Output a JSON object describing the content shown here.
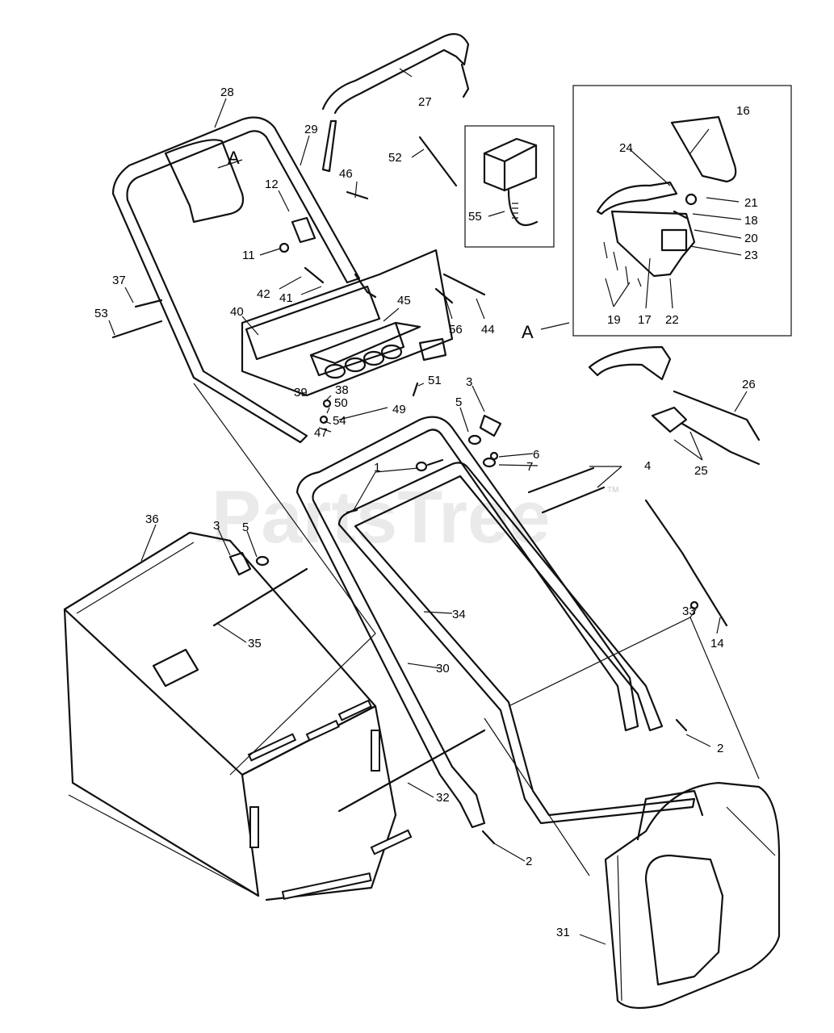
{
  "watermark": {
    "text": "PartsTree",
    "trademark": "TM"
  },
  "callouts": [
    {
      "id": "c1",
      "text": "1"
    },
    {
      "id": "c2a",
      "text": "2"
    },
    {
      "id": "c2b",
      "text": "2"
    },
    {
      "id": "c3a",
      "text": "3"
    },
    {
      "id": "c3b",
      "text": "3"
    },
    {
      "id": "c4",
      "text": "4"
    },
    {
      "id": "c5a",
      "text": "5"
    },
    {
      "id": "c5b",
      "text": "5"
    },
    {
      "id": "c6",
      "text": "6"
    },
    {
      "id": "c7",
      "text": "7"
    },
    {
      "id": "c11",
      "text": "11"
    },
    {
      "id": "c12",
      "text": "12"
    },
    {
      "id": "c14",
      "text": "14"
    },
    {
      "id": "c16",
      "text": "16"
    },
    {
      "id": "c17",
      "text": "17"
    },
    {
      "id": "c18",
      "text": "18"
    },
    {
      "id": "c19",
      "text": "19"
    },
    {
      "id": "c20",
      "text": "20"
    },
    {
      "id": "c21",
      "text": "21"
    },
    {
      "id": "c22",
      "text": "22"
    },
    {
      "id": "c23",
      "text": "23"
    },
    {
      "id": "c24",
      "text": "24"
    },
    {
      "id": "c25",
      "text": "25"
    },
    {
      "id": "c26",
      "text": "26"
    },
    {
      "id": "c27",
      "text": "27"
    },
    {
      "id": "c28",
      "text": "28"
    },
    {
      "id": "c29",
      "text": "29"
    },
    {
      "id": "c30",
      "text": "30"
    },
    {
      "id": "c31",
      "text": "31"
    },
    {
      "id": "c32",
      "text": "32"
    },
    {
      "id": "c33",
      "text": "33"
    },
    {
      "id": "c34",
      "text": "34"
    },
    {
      "id": "c35",
      "text": "35"
    },
    {
      "id": "c36",
      "text": "36"
    },
    {
      "id": "c37",
      "text": "37"
    },
    {
      "id": "c38",
      "text": "38"
    },
    {
      "id": "c39",
      "text": "39"
    },
    {
      "id": "c40",
      "text": "40"
    },
    {
      "id": "c41",
      "text": "41"
    },
    {
      "id": "c42",
      "text": "42"
    },
    {
      "id": "c44",
      "text": "44"
    },
    {
      "id": "c45",
      "text": "45"
    },
    {
      "id": "c46",
      "text": "46"
    },
    {
      "id": "c47",
      "text": "47"
    },
    {
      "id": "c49",
      "text": "49"
    },
    {
      "id": "c50",
      "text": "50"
    },
    {
      "id": "c51",
      "text": "51"
    },
    {
      "id": "c52",
      "text": "52"
    },
    {
      "id": "c53",
      "text": "53"
    },
    {
      "id": "c54",
      "text": "54"
    },
    {
      "id": "c55",
      "text": "55"
    },
    {
      "id": "c56",
      "text": "56"
    }
  ],
  "detail_refs": [
    {
      "id": "refA1",
      "text": "A"
    },
    {
      "id": "refA2",
      "text": "A"
    }
  ]
}
